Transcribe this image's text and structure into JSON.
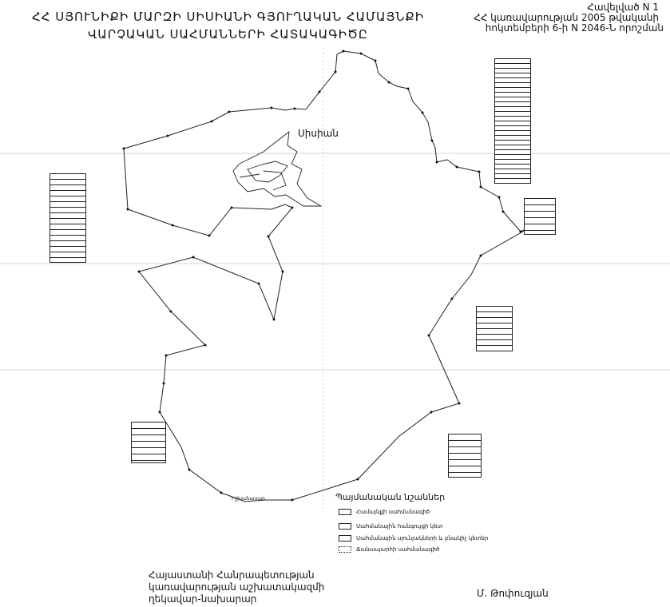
{
  "header": {
    "title_line1": "ՀՀ ՍՅՈՒՆԻՔԻ ՄԱՐԶԻ ՍԻՍԻԱՆԻ ԳՅՈՒՂԱԿԱՆ ՀԱՄԱՅՆՔԻ",
    "title_line2": "ՎԱՐՉԱԿԱՆ ՍԱՀՄԱՆՆԵՐԻ ՀԱՏԱԿԱԳԻԾԸ"
  },
  "annex": {
    "line1": "Հավելված N 1",
    "line2": "ՀՀ կառավարության 2005 թվականի",
    "line3": "հոկտեմբերի 6-ի N 2046-Ն որոշման"
  },
  "map": {
    "city_label": "Սիսիան",
    "boundary_color": "#222222",
    "bottom_label": "Իշխանասար"
  },
  "legend": {
    "title": "Պայմանական նշաններ",
    "items": [
      {
        "label": "Համայնքի սահմանագիծ"
      },
      {
        "label": "Սահմանային հանգույցի կետ"
      },
      {
        "label": "Սահմանային սյունյակների և բնակիչ կետեր"
      },
      {
        "label": "Ճանապարհի սահմանագիծ"
      }
    ]
  },
  "signature": {
    "line1": "Հայաստանի Հանրապետության",
    "line2": "կառավարության աշխատակազմի",
    "line3": "ղեկավար-նախարար",
    "name": "Մ. Թոփուզյան"
  }
}
